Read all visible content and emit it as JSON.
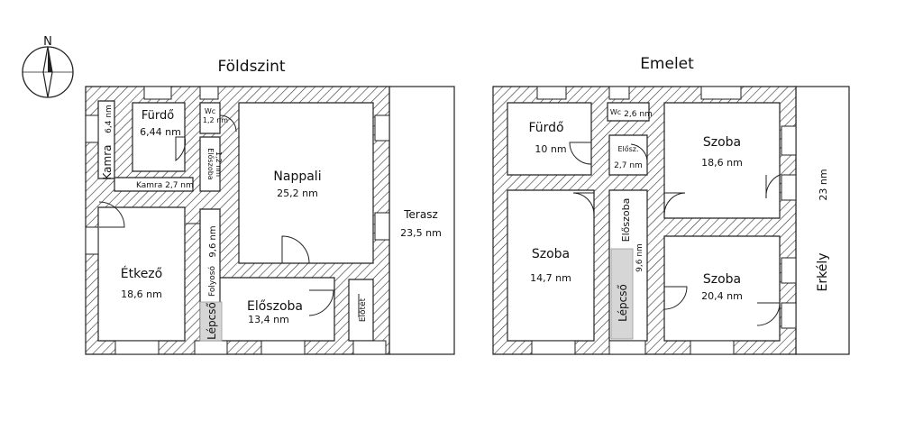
{
  "compass": {
    "label": "N"
  },
  "ground_floor": {
    "title": "Földszint",
    "rooms": {
      "kamra_v": {
        "name": "Kamra",
        "area": "6,4 nm"
      },
      "furdo": {
        "name": "Fürdő",
        "area": "6,44 nm"
      },
      "wc": {
        "name": "Wc",
        "area": "1,2 nm"
      },
      "eloszoba_small": {
        "name": "Előszoba",
        "area": "1,2 nm"
      },
      "kamra_h": {
        "name": "Kamra",
        "area": "2,7 nm"
      },
      "nappali": {
        "name": "Nappali",
        "area": "25,2 nm"
      },
      "etkezo": {
        "name": "Étkező",
        "area": "18,6 nm"
      },
      "folyoso": {
        "name": "Folyosó",
        "area": "9,6 nm"
      },
      "lepcso": {
        "name": "Lépcső"
      },
      "eloszoba": {
        "name": "Előszoba",
        "area": "13,4 nm"
      },
      "elotet": {
        "name": "Előtét"
      },
      "terasz": {
        "name": "Terasz",
        "area": "23,5 nm"
      }
    }
  },
  "upper_floor": {
    "title": "Emelet",
    "rooms": {
      "furdo": {
        "name": "Fürdő",
        "area": "10 nm"
      },
      "wc": {
        "name": "Wc",
        "area": "2,6 nm"
      },
      "eloszoba_small": {
        "name": "Elősz.",
        "area": "2,7 nm"
      },
      "szoba_ne": {
        "name": "Szoba",
        "area": "18,6 nm"
      },
      "szoba_w": {
        "name": "Szoba",
        "area": "14,7 nm"
      },
      "eloszoba": {
        "name": "Előszoba",
        "area": "9,6 nm"
      },
      "lepcso": {
        "name": "Lépcső"
      },
      "szoba_se": {
        "name": "Szoba",
        "area": "20,4 nm"
      },
      "erkely": {
        "name": "Erkély",
        "area": "23 nm"
      }
    }
  }
}
